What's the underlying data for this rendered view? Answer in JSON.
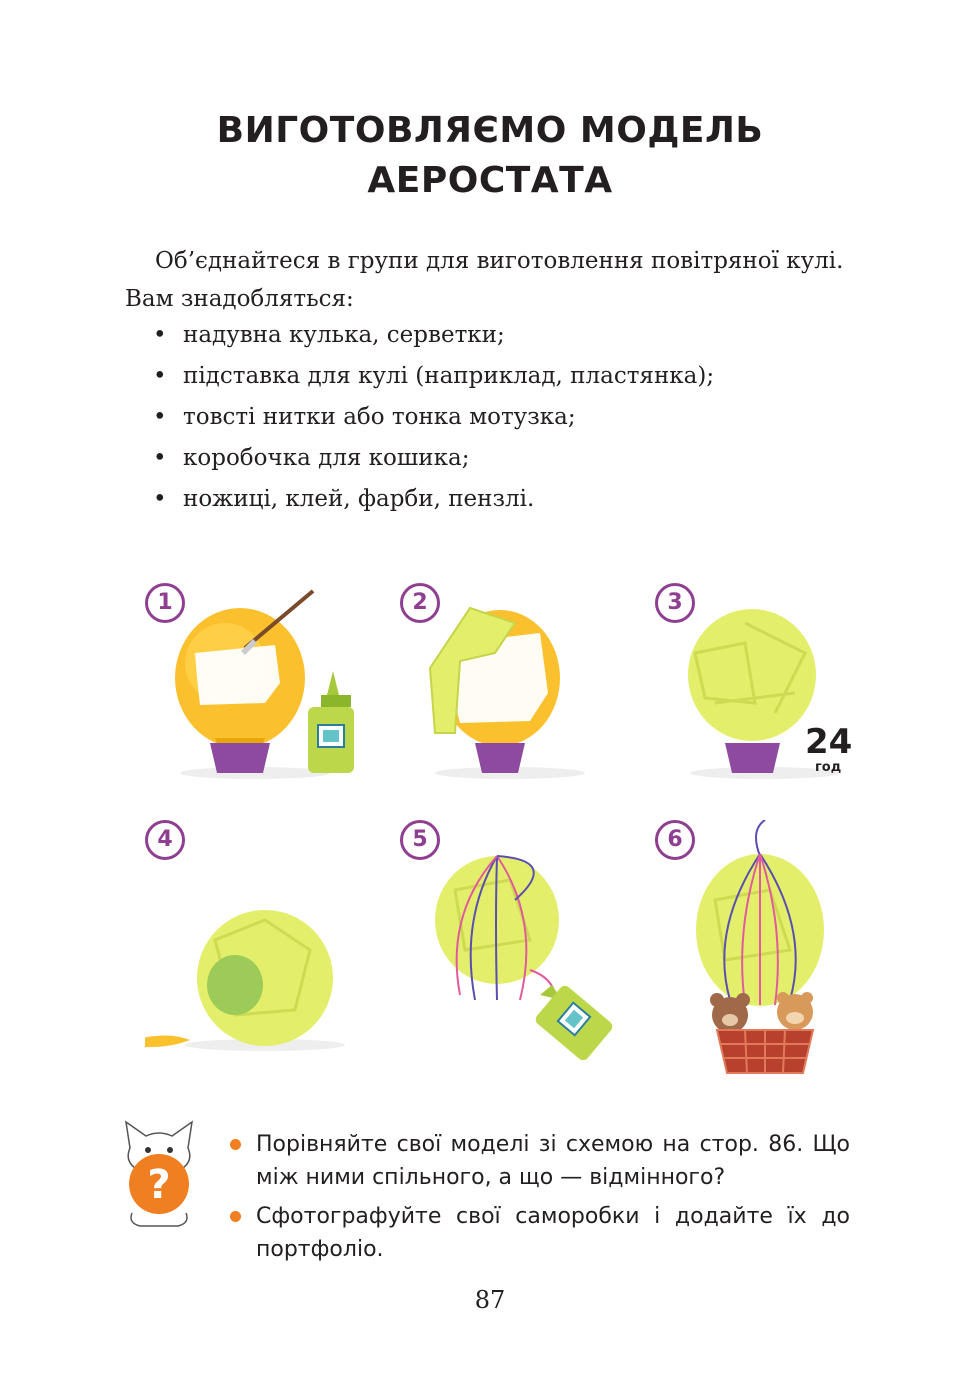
{
  "title": {
    "line1": "ВИГОТОВЛЯЄМО МОДЕЛЬ",
    "line2": "АЕРОСТАТА"
  },
  "intro": {
    "line1": "Об’єднайтеся в групи для виготовлення повітряної кулі.",
    "line2": "Вам знадобляться:"
  },
  "materials": [
    "надувна кулька, серветки;",
    "підставка для кулі (наприклад, пластянка);",
    "товсті нитки або тонка мотузка;",
    "коробочка для кошика;",
    "ножиці, клей, фарби, пензлі."
  ],
  "steps": [
    "1",
    "2",
    "3",
    "4",
    "5",
    "6"
  ],
  "timer": {
    "value": "24",
    "unit": "год"
  },
  "question_mark": "?",
  "tasks": [
    "Порівняйте свої моделі зі схемою на стор. 86. Що між ними спільного, а що — відмінного?",
    "Сфотографуйте свої саморобки і додайте їх до портфоліо."
  ],
  "page_number": "87",
  "colors": {
    "step_number": "#8e3f91",
    "balloon_yellow": "#fbc02d",
    "paper_green": "#e3ee6a",
    "pot_purple": "#8e4a9f",
    "bullet_orange": "#f07f22"
  }
}
